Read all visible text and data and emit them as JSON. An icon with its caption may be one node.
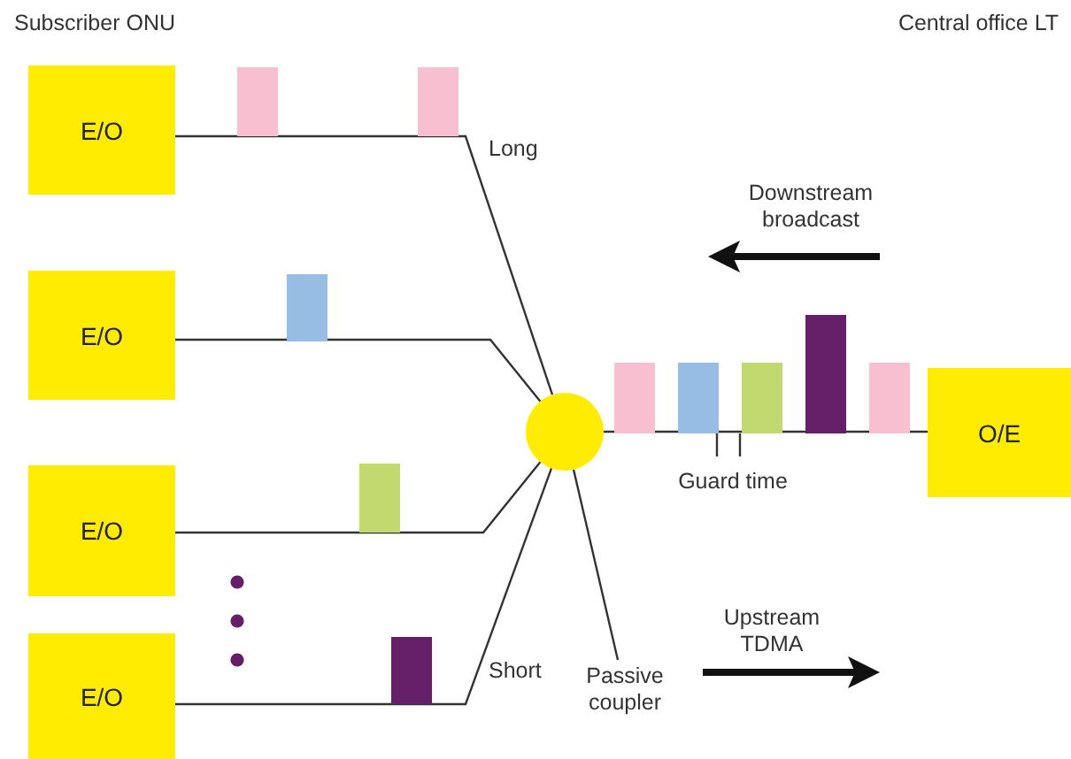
{
  "diagram": {
    "nodes": [
      {
        "text": [
          "E/O"
        ]
      },
      {
        "text": [
          "E/O"
        ]
      },
      {
        "text": [
          "E/O"
        ]
      },
      {
        "text": [
          "E/O"
        ]
      },
      {
        "text": [],
        "shape": "circle"
      },
      {
        "text": [
          "O/E"
        ]
      },
      {
        "text": [
          "Passive coupler"
        ]
      }
    ],
    "edges": [
      {
        "from": 0,
        "to": 4,
        "arrow": "none"
      },
      {
        "from": 1,
        "to": 4,
        "arrow": "none"
      },
      {
        "from": 2,
        "to": 4,
        "arrow": "none"
      },
      {
        "from": 3,
        "to": 4,
        "arrow": "none"
      },
      {
        "from": 4,
        "to": 5,
        "arrow": "none"
      },
      {
        "from": 6,
        "to": 4,
        "arrow": "none"
      }
    ],
    "labels": [
      "Subscriber ONU",
      "Central office LT",
      "Long",
      "Downstream broadcast",
      "Guard time",
      "Upstream TDMA",
      "Short"
    ]
  }
}
